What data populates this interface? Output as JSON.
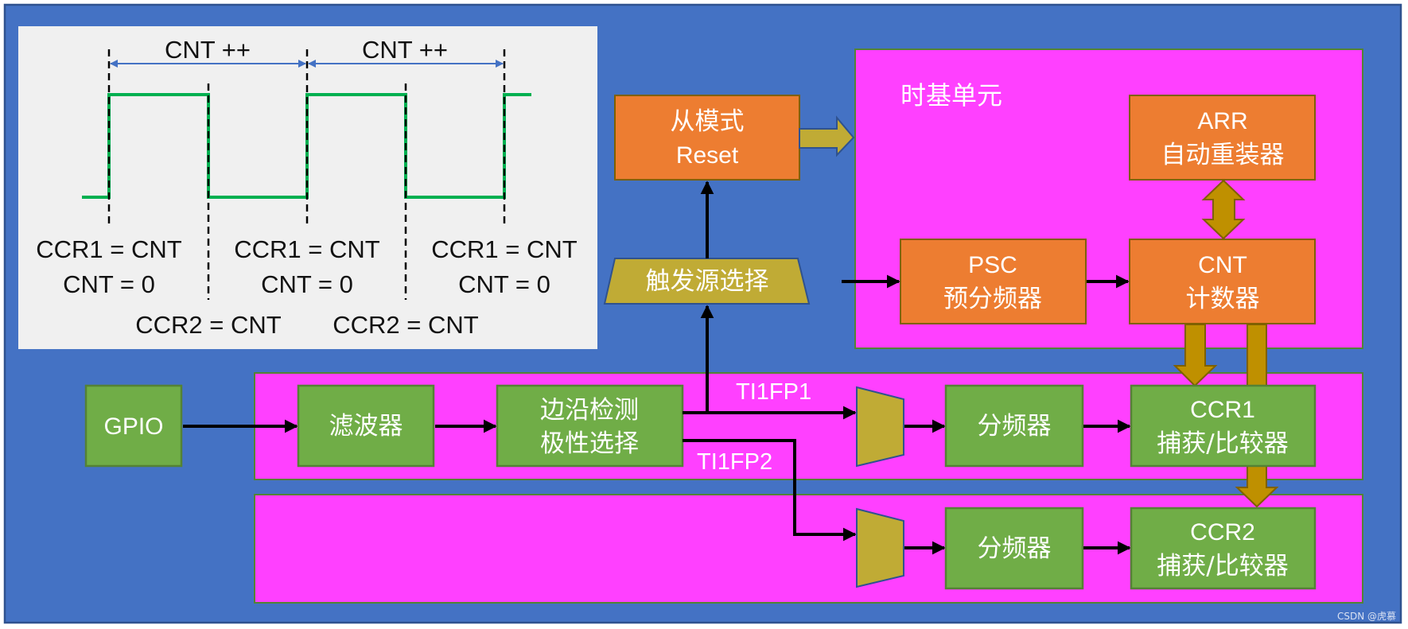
{
  "colors": {
    "frame_fill": "#4472c4",
    "frame_border": "#2f528f",
    "panel_bg": "#f0f0f0",
    "pink": "#ff40ff",
    "orange": "#ed7d31",
    "green": "#70ad47",
    "olive": "#c0ab35",
    "gold_arrow": "#bf9000",
    "waveform": "#00b050",
    "cnt_arrow": "#4472c4"
  },
  "waveform_panel": {
    "cnt_inc_labels": [
      "CNT ++",
      "CNT ++"
    ],
    "rising_annotations": [
      {
        "line1": "CCR1 = CNT",
        "line2": "CNT = 0"
      },
      {
        "line1": "CCR1 = CNT",
        "line2": "CNT = 0"
      },
      {
        "line1": "CCR1 = CNT",
        "line2": "CNT = 0"
      }
    ],
    "falling_annotations": [
      "CCR2 = CNT",
      "CCR2 = CNT"
    ]
  },
  "blocks": {
    "slave_mode": {
      "line1": "从模式",
      "line2": "Reset"
    },
    "trigger_select": "触发源选择",
    "timebase": {
      "title": "时基单元",
      "arr": {
        "line1": "ARR",
        "line2": "自动重装器"
      },
      "psc": {
        "line1": "PSC",
        "line2": "预分频器"
      },
      "cnt": {
        "line1": "CNT",
        "line2": "计数器"
      }
    },
    "gpio": "GPIO",
    "filter": "滤波器",
    "edge_detect": {
      "line1": "边沿检测",
      "line2": "极性选择"
    },
    "channel1": {
      "signal": "TI1FP1",
      "prescaler": "分频器",
      "ccr": {
        "line1": "CCR1",
        "line2": "捕获/比较器"
      }
    },
    "channel2": {
      "signal": "TI1FP2",
      "prescaler": "分频器",
      "ccr": {
        "line1": "CCR2",
        "line2": "捕获/比较器"
      }
    }
  },
  "watermark": "CSDN @虎慕"
}
